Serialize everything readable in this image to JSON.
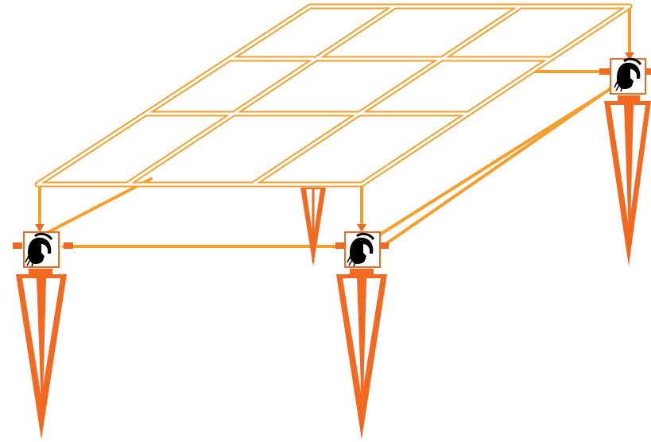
{
  "colors": {
    "frame": "#f5a02c",
    "frame_inner": "#ffffff",
    "stake": "#f26a21",
    "connector_fill": "#ffffff",
    "connector_stroke": "#f26a21",
    "helmet": "#000000",
    "guide_wire": "#f5a02c"
  },
  "icons": {
    "connector_symbol": "spartan-helmet-icon"
  },
  "diagram": {
    "frame_grid": {
      "rows": 3,
      "cols": 3
    },
    "stake_count": 4,
    "connector_count": 3
  }
}
